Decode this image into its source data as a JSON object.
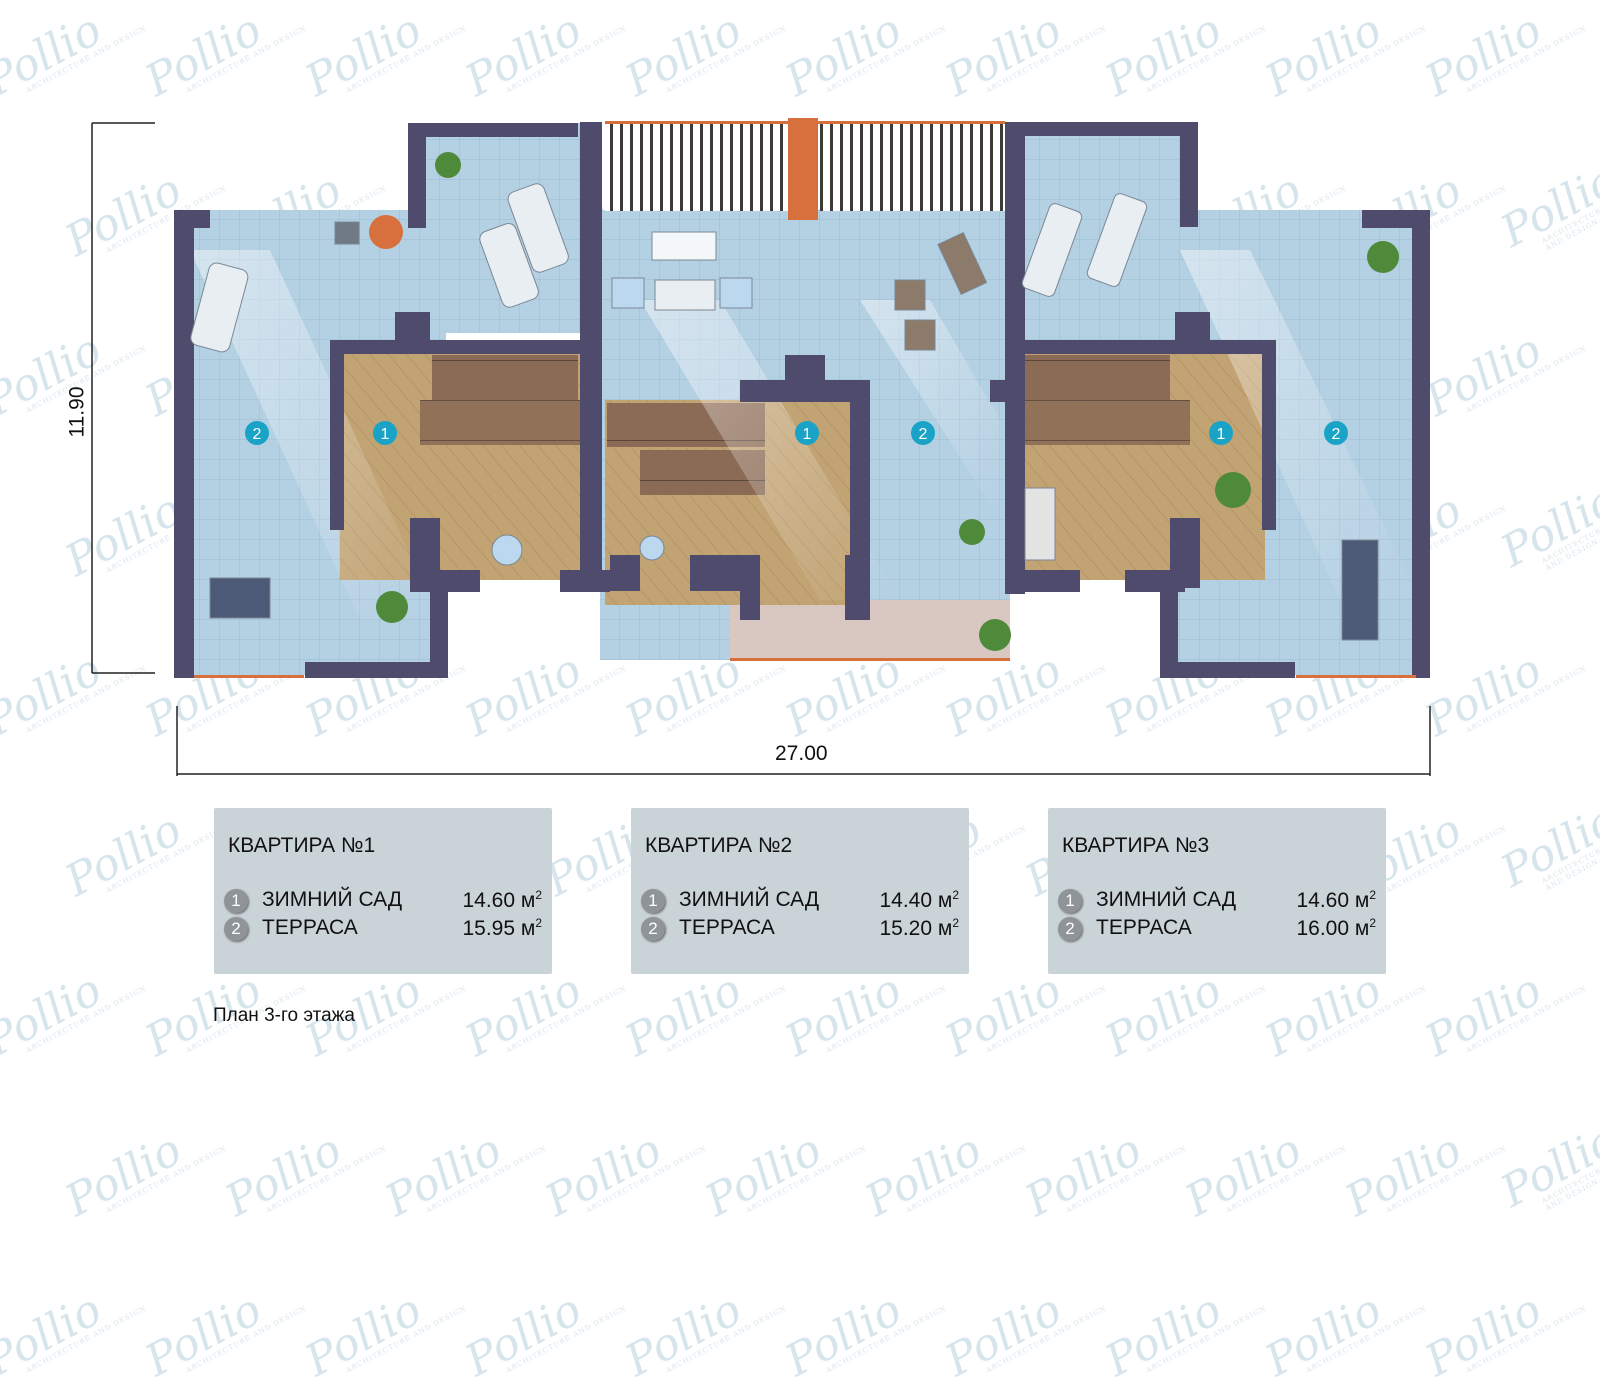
{
  "dimensions": {
    "width_label": "27.00",
    "height_label": "11.90"
  },
  "markers": {
    "winter_garden": "1",
    "terrace": "2"
  },
  "apartments": [
    {
      "title": "КВАРТИРА №1",
      "rows": [
        {
          "num": "1",
          "label": "ЗИМНИЙ САД",
          "value": "14.60 м",
          "unit_sup": "2"
        },
        {
          "num": "2",
          "label": "ТЕРРАСА",
          "value": "15.95 м",
          "unit_sup": "2"
        }
      ]
    },
    {
      "title": "КВАРТИРА №2",
      "rows": [
        {
          "num": "1",
          "label": "ЗИМНИЙ САД",
          "value": "14.40 м",
          "unit_sup": "2"
        },
        {
          "num": "2",
          "label": "ТЕРРАСА",
          "value": "15.20 м",
          "unit_sup": "2"
        }
      ]
    },
    {
      "title": "КВАРТИРА №3",
      "rows": [
        {
          "num": "1",
          "label": "ЗИМНИЙ САД",
          "value": "14.60 м",
          "unit_sup": "2"
        },
        {
          "num": "2",
          "label": "ТЕРРАСА",
          "value": "16.00 м",
          "unit_sup": "2"
        }
      ]
    }
  ],
  "caption": "План 3-го этажа",
  "watermark": {
    "brand": "Pollio",
    "tagline": "ARCHITECTURE AND DESIGN"
  },
  "colors": {
    "wall": "#4e4c6e",
    "tile": "#aeccdf",
    "wood": "#b99a6a",
    "marker": "#1aa3c6",
    "card": "#cad3d8"
  }
}
